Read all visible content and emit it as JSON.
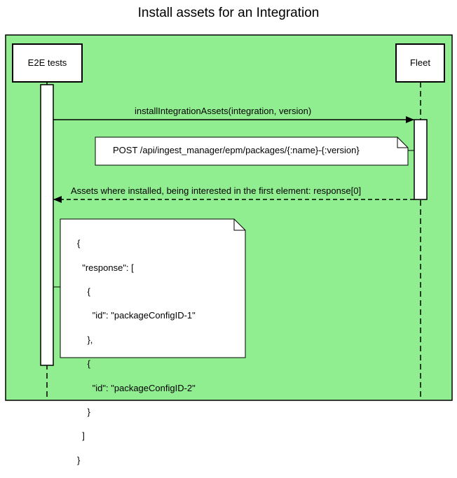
{
  "title": "Install assets for an Integration",
  "colors": {
    "frame_fill": "#90ee90",
    "line": "#000000",
    "box_fill": "#ffffff"
  },
  "participants": [
    {
      "id": "e2e",
      "label": "E2E tests"
    },
    {
      "id": "fleet",
      "label": "Fleet"
    }
  ],
  "messages": [
    {
      "from": "e2e",
      "to": "fleet",
      "style": "solid",
      "label": "installIntegrationAssets(integration, version)"
    },
    {
      "from": "fleet",
      "to": "e2e",
      "style": "dashed",
      "label": "Assets where installed, being interested in the first element: response[0]"
    }
  ],
  "notes": {
    "request": "POST /api/ingest_manager/epm/packages/{:name}-{:version}",
    "response_lines": [
      "{",
      "  \"response\": [",
      "    {",
      "      \"id\": \"packageConfigID-1\"",
      "    },",
      "    {",
      "      \"id\": \"packageConfigID-2\"",
      "    }",
      "  ]",
      "}"
    ]
  }
}
